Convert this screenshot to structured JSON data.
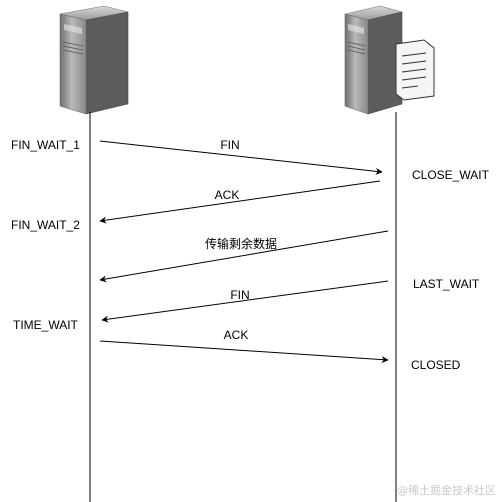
{
  "client": {
    "icon": "server-tower-icon",
    "states": {
      "fin_wait_1": "FIN_WAIT_1",
      "fin_wait_2": "FIN_WAIT_2",
      "time_wait": "TIME_WAIT"
    }
  },
  "server": {
    "icon": "server-with-document-icon",
    "states": {
      "close_wait": "CLOSE_WAIT",
      "last_wait": "LAST_WAIT",
      "closed": "CLOSED"
    }
  },
  "messages": {
    "fin_1": "FIN",
    "ack_1": "ACK",
    "remaining_data": "传输剩余数据",
    "fin_2": "FIN",
    "ack_2": "ACK"
  },
  "watermark": "@稀土掘金技术社区",
  "colors": {
    "line": "#000000",
    "server_body": "#a0a0a0",
    "server_dark": "#5c5c5c",
    "watermark": "#c9c9c9"
  }
}
